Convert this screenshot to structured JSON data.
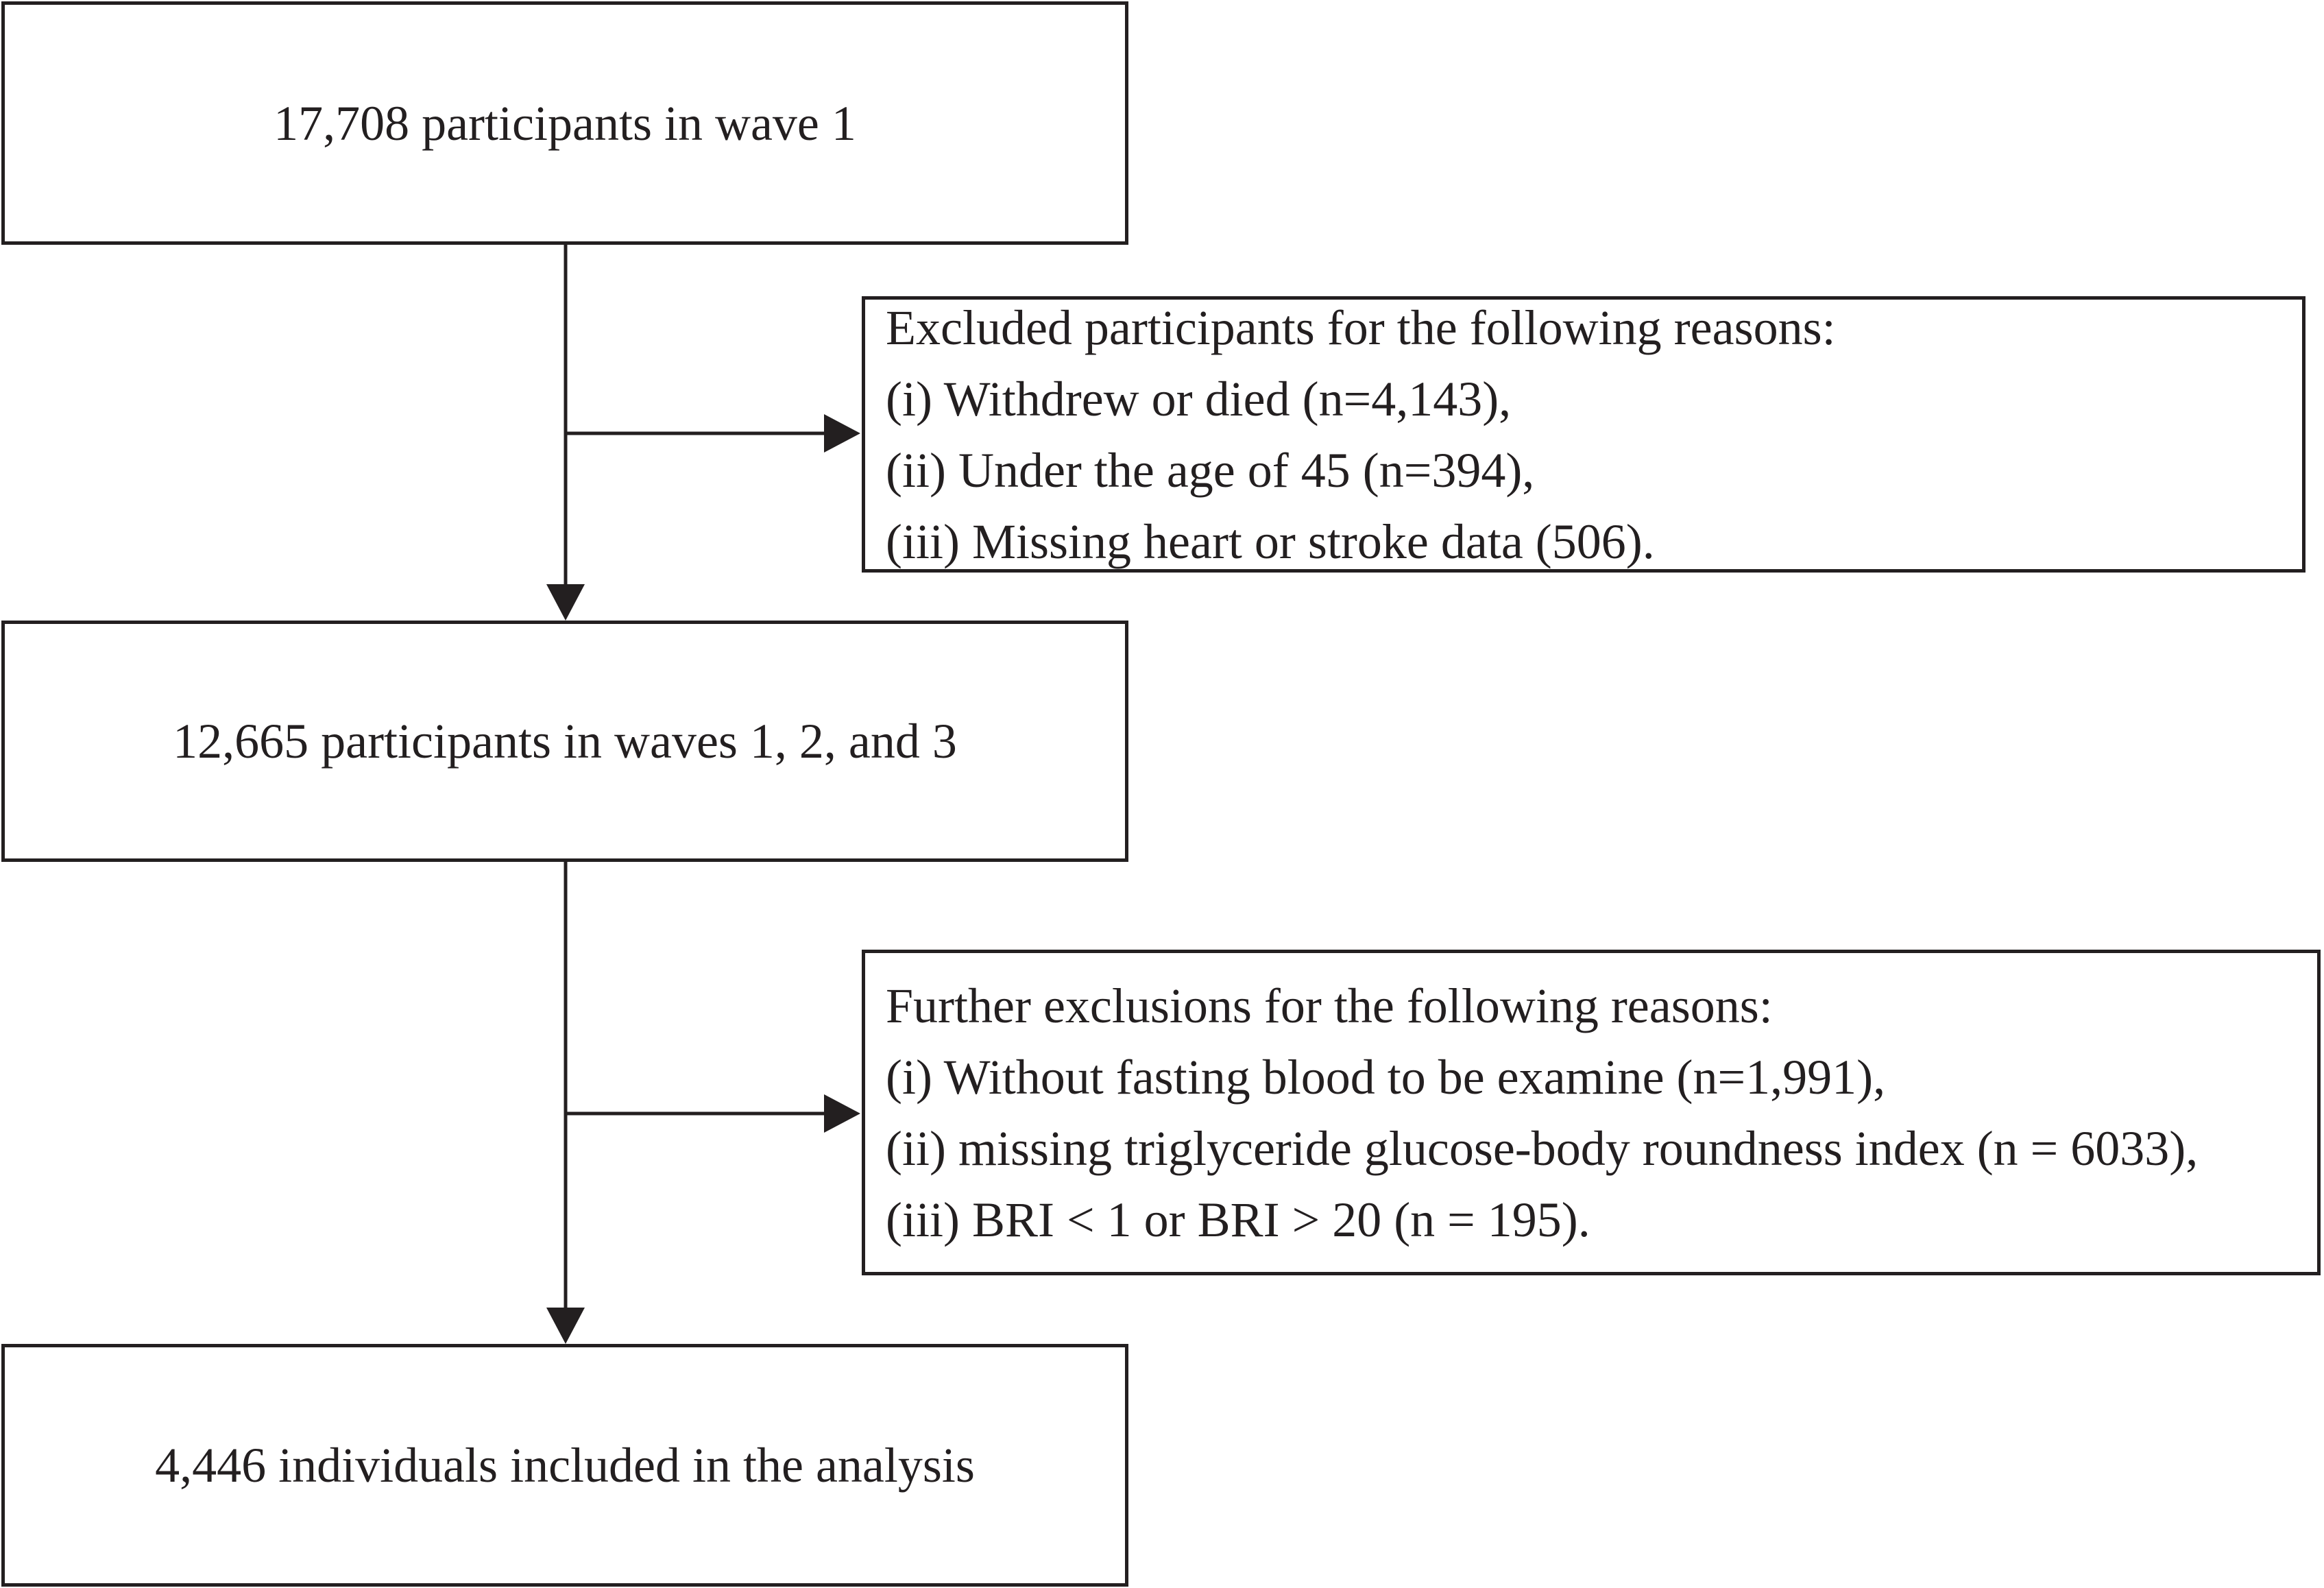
{
  "flowchart": {
    "box1": {
      "text": "17,708 participants in wave 1"
    },
    "exclusion1": {
      "heading": "Excluded participants for the following reasons:",
      "reasons": [
        "(i) Withdrew or died (n=4,143),",
        "(ii) Under the age of 45 (n=394),",
        "(iii) Missing heart  or stroke data (506)."
      ]
    },
    "box2": {
      "text": "12,665 participants in waves 1, 2, and 3"
    },
    "exclusion2": {
      "heading": "Further exclusions for the following reasons:",
      "reasons": [
        "(i) Without fasting blood to be examine (n=1,991),",
        "(ii) missing triglyceride glucose-body roundness index (n = 6033),",
        "(iii) BRI < 1 or BRI > 20 (n = 195)."
      ]
    },
    "box3": {
      "text": "4,446 individuals included in the analysis"
    }
  },
  "colors": {
    "line": "#231f20",
    "background": "#ffffff"
  }
}
